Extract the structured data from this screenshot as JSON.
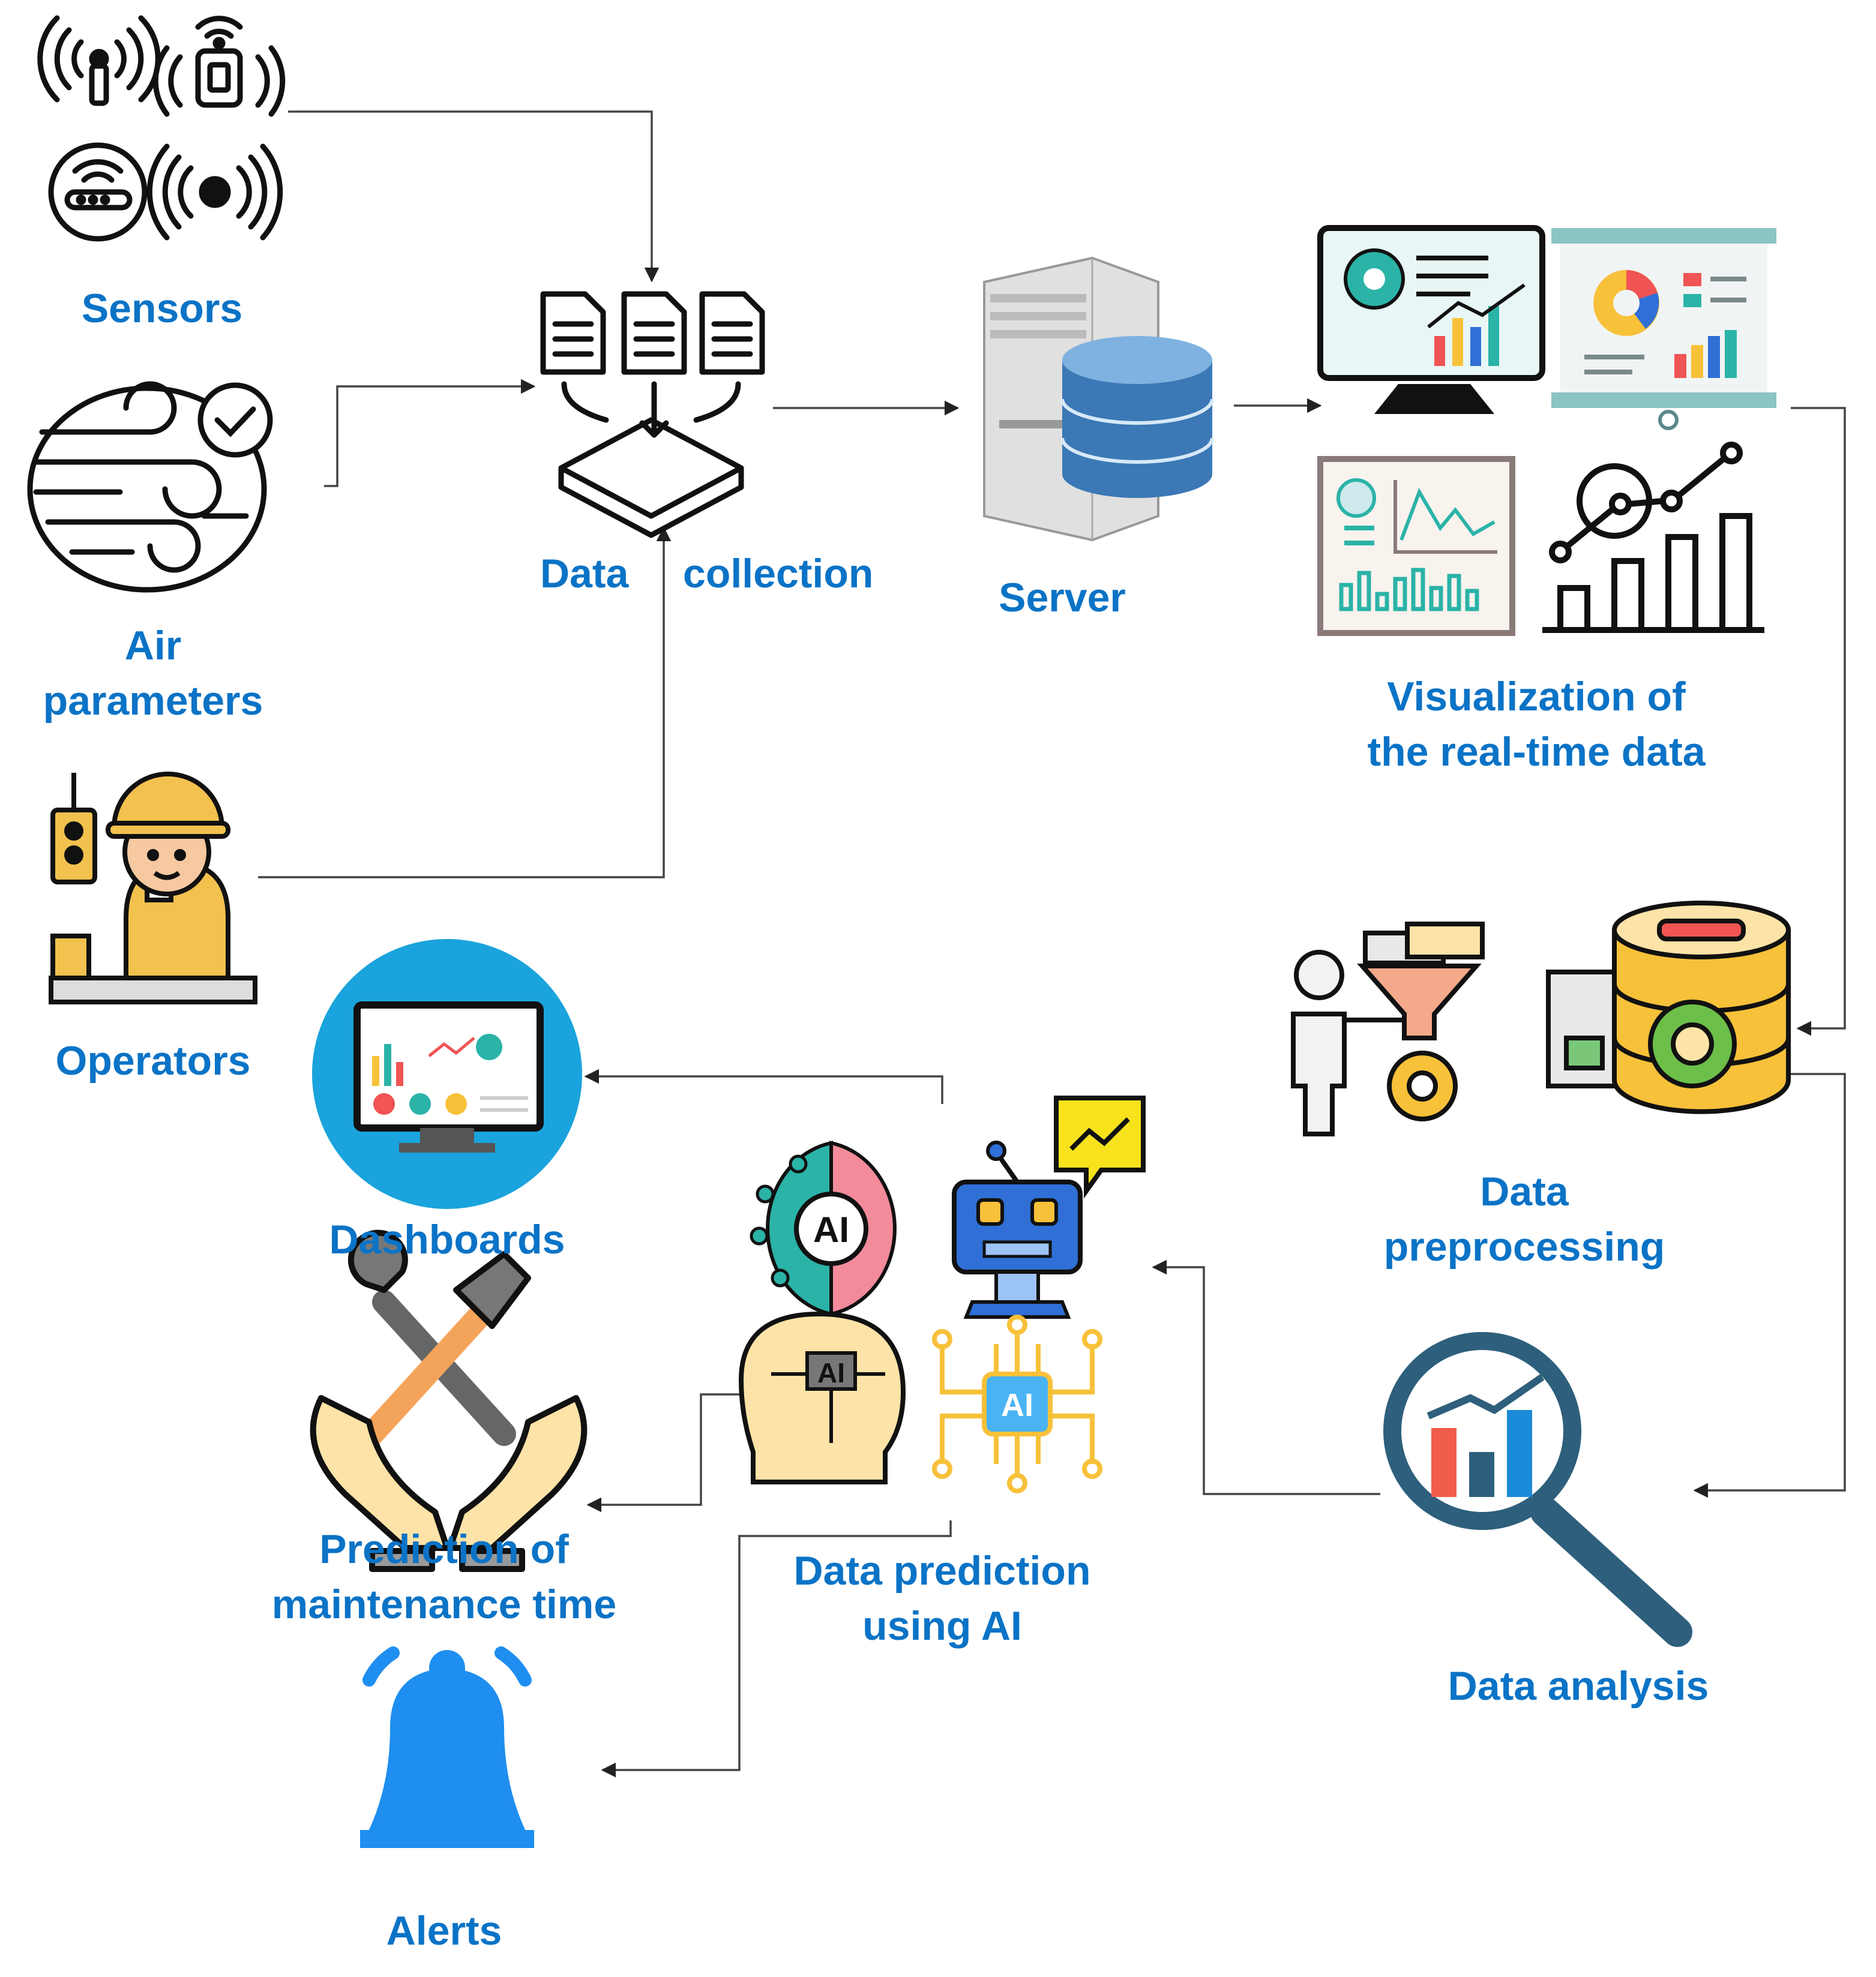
{
  "colors": {
    "label": "#0b73c6",
    "connector": "#333333",
    "icon_stroke": "#111111",
    "ai_teal": "#2bb3a8",
    "ai_pink": "#f28b9a",
    "robot_blue": "#2f6fd6",
    "chip_yellow": "#f8c13a",
    "dashboard_circle": "#1aa3dc",
    "alert_blue": "#1e8ef0",
    "db_blue": "#3b78b5",
    "magnifier": "#2e5f7c"
  },
  "nodes": {
    "sensors": {
      "label": "Sensors",
      "icon": "wireless-sensor-icons"
    },
    "air_parameters": {
      "line1": "Air",
      "line2": "parameters",
      "icon": "air-wind-icon"
    },
    "operators": {
      "label": "Operators",
      "icon": "operator-worker-icon"
    },
    "data_collection": {
      "word1": "Data",
      "word2": "collection",
      "icon": "data-collection-icon"
    },
    "server": {
      "label": "Server",
      "icon": "server-database-icon"
    },
    "visualization": {
      "line1": "Visualization of",
      "line2": "the real-time data",
      "icon": "analytics-charts-icons"
    },
    "data_preprocessing": {
      "line1": "Data",
      "line2": "preprocessing",
      "icon": "data-filter-database-icons"
    },
    "data_analysis": {
      "label": "Data analysis",
      "icon": "magnifier-chart-icon"
    },
    "data_prediction": {
      "line1": "Data prediction",
      "line2": "using AI",
      "icon": "ai-icons"
    },
    "ai_badge": "AI",
    "dashboards": {
      "label": "Dashboards",
      "icon": "dashboard-monitor-icon"
    },
    "maintenance": {
      "line1": "Prediction of",
      "line2": "maintenance time",
      "icon": "maintenance-tools-icon"
    },
    "alerts": {
      "label": "Alerts",
      "icon": "bell-icon"
    }
  }
}
